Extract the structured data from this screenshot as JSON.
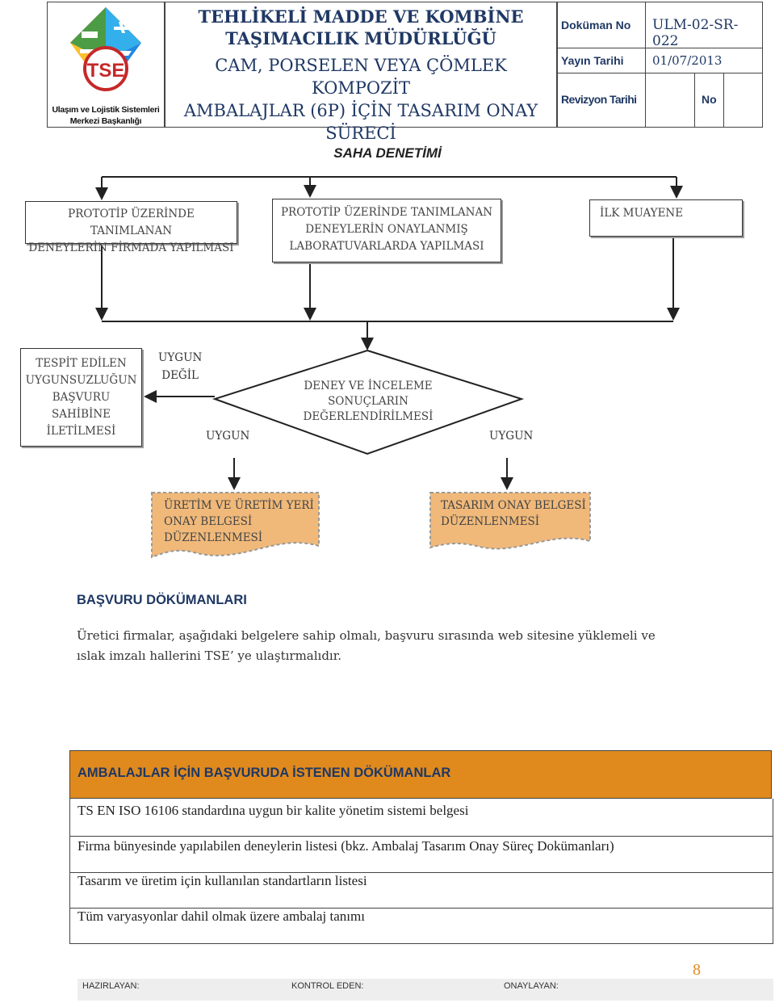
{
  "header": {
    "logo_caption_line1": "Ulaşım ve Lojistik Sistemleri",
    "logo_caption_line2": "Merkezi Başkanlığı",
    "logo_letters": "TSE",
    "dept_line1": "TEHLİKELİ MADDE VE KOMBİNE",
    "dept_line2": "TAŞIMACILIK MÜDÜRLÜĞÜ",
    "process_line1": "CAM, PORSELEN VEYA ÇÖMLEK KOMPOZİT",
    "process_line2": "AMBALAJLAR (6P) İÇİN TASARIM ONAY",
    "process_line3": "SÜRECİ",
    "doc_no_label": "Doküman No",
    "doc_no_value": "ULM-02-SR-022",
    "pub_date_label": "Yayın Tarihi",
    "pub_date_value": "01/07/2013",
    "rev_date_label": "Revizyon Tarihi",
    "rev_no_label": "No"
  },
  "section_title": "SAHA DENETİMİ",
  "flow": {
    "box1_line1": "PROTOTİP ÜZERİNDE TANIMLANAN",
    "box1_line2": "DENEYLERİN FİRMADA YAPILMASI",
    "box2_line1": "PROTOTİP ÜZERİNDE TANIMLANAN",
    "box2_line2": "DENEYLERİN ONAYLANMIŞ",
    "box2_line3": "LABORATUVARLARDA YAPILMASI",
    "box3": "İLK MUAYENE",
    "nc_line1": "TESPİT EDİLEN",
    "nc_line2": "UYGUNSUZLUĞUN",
    "nc_line3": "BAŞVURU",
    "nc_line4": "SAHİBİNE",
    "nc_line5": "İLETİLMESİ",
    "not_ok_line1": "UYGUN",
    "not_ok_line2": "DEĞİL",
    "ok_left": "UYGUN",
    "ok_right": "UYGUN",
    "decision_line1": "DENEY VE İNCELEME",
    "decision_line2": "SONUÇLARIN",
    "decision_line3": "DEĞERLENDİRİLMESİ",
    "doc1_line1": "ÜRETİM VE ÜRETİM YERİ",
    "doc1_line2": "ONAY BELGESİ",
    "doc1_line3": "DÜZENLENMESİ",
    "doc2_line1": "TASARIM ONAY BELGESİ",
    "doc2_line2": "DÜZENLENMESİ",
    "doc_fill": "#f0b97a"
  },
  "applications": {
    "heading": "BAŞVURU DÖKÜMANLARI",
    "para_line1": "Üretici firmalar, aşağıdaki belgelere sahip olmalı,  başvuru sırasında web sitesine yüklemeli ve",
    "para_line2": "ıslak imzalı hallerini TSE’ ye ulaştırmalıdır."
  },
  "table": {
    "header": "AMBALAJLAR İÇİN BAŞVURUDA İSTENEN DÖKÜMANLAR",
    "header_color": "#e08a1e",
    "rows": [
      "TS EN ISO 16106 standardına uygun bir kalite yönetim sistemi belgesi",
      "Firma bünyesinde yapılabilen deneylerin listesi (bkz. Ambalaj Tasarım Onay Süreç Dokümanları)",
      "Tasarım ve üretim için kullanılan standartların listesi",
      "Tüm varyasyonlar dahil olmak üzere ambalaj tanımı"
    ]
  },
  "footer": {
    "page_number": "8",
    "prepared": "HAZIRLAYAN:",
    "checked": "KONTROL EDEN:",
    "approved": "ONAYLAYAN:"
  }
}
